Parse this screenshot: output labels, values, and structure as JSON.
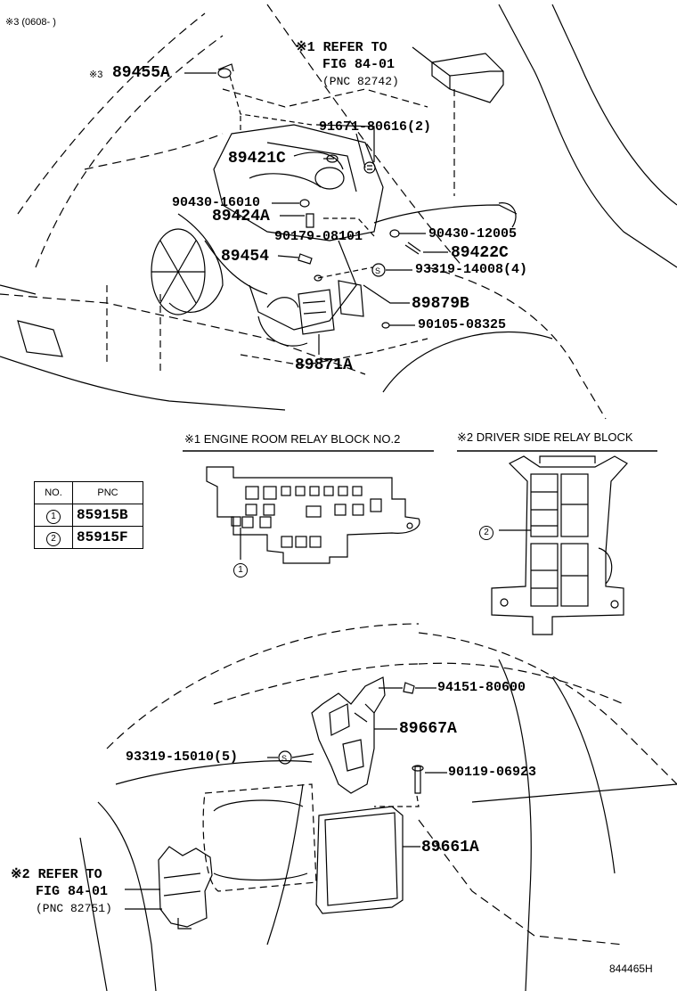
{
  "header_note": "※3 (0608-     )",
  "refer_1": {
    "mark": "※1",
    "line1": "REFER TO",
    "line2": "FIG 84-01",
    "line3": "(PNC 82742)"
  },
  "refer_2": {
    "mark": "※2",
    "line1": "REFER TO",
    "line2": "FIG 84-01",
    "line3": "(PNC 82751)"
  },
  "part_labels": {
    "p89455A": "89455A",
    "p89455A_mark": "※3",
    "p91671": "91671-80616(2)",
    "p89421C": "89421C",
    "p90430_16010": "90430-16010",
    "p89424A": "89424A",
    "p90179": "90179-08101",
    "p90430_12005": "90430-12005",
    "p89422C": "89422C",
    "p89454": "89454",
    "p93319_14008": "93319-14008(4)",
    "p89879B": "89879B",
    "p90105": "90105-08325",
    "p89871A": "89871A",
    "p94151": "94151-80600",
    "p89667A": "89667A",
    "p93319_15010": "93319-15010(5)",
    "p90119": "90119-06923",
    "p89661A": "89661A"
  },
  "section_titles": {
    "engine_room": "※1 ENGINE ROOM RELAY BLOCK NO.2",
    "driver_side": "※2 DRIVER SIDE RELAY BLOCK"
  },
  "pnc_table": {
    "headers": [
      "NO.",
      "PNC"
    ],
    "rows": [
      {
        "no": "1",
        "pnc": "85915B"
      },
      {
        "no": "2",
        "pnc": "85915F"
      }
    ]
  },
  "callouts": {
    "c1": "1",
    "c2": "2"
  },
  "figure_code": "844465H"
}
